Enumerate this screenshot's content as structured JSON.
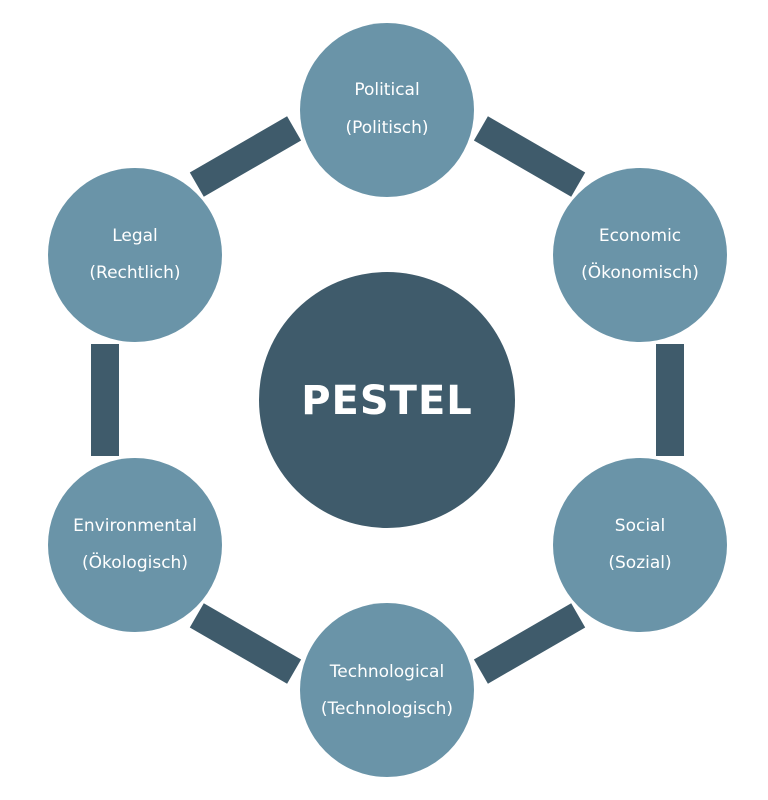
{
  "colors": {
    "center": "#3f5b6b",
    "node": "#6a94a8",
    "ring": "#3f5b6b",
    "text": "#ffffff"
  },
  "center": {
    "label": "PESTEL"
  },
  "factors": [
    {
      "name": "political",
      "line1": "Political",
      "line2": "(Politisch)"
    },
    {
      "name": "economic",
      "line1": "Economic",
      "line2": "(Ökonomisch)"
    },
    {
      "name": "social",
      "line1": "Social",
      "line2": "(Sozial)"
    },
    {
      "name": "technological",
      "line1": "Technological",
      "line2": "(Technologisch)"
    },
    {
      "name": "environmental",
      "line1": "Environmental",
      "line2": "(Ökologisch)"
    },
    {
      "name": "legal",
      "line1": "Legal",
      "line2": "(Rechtlich)"
    }
  ]
}
